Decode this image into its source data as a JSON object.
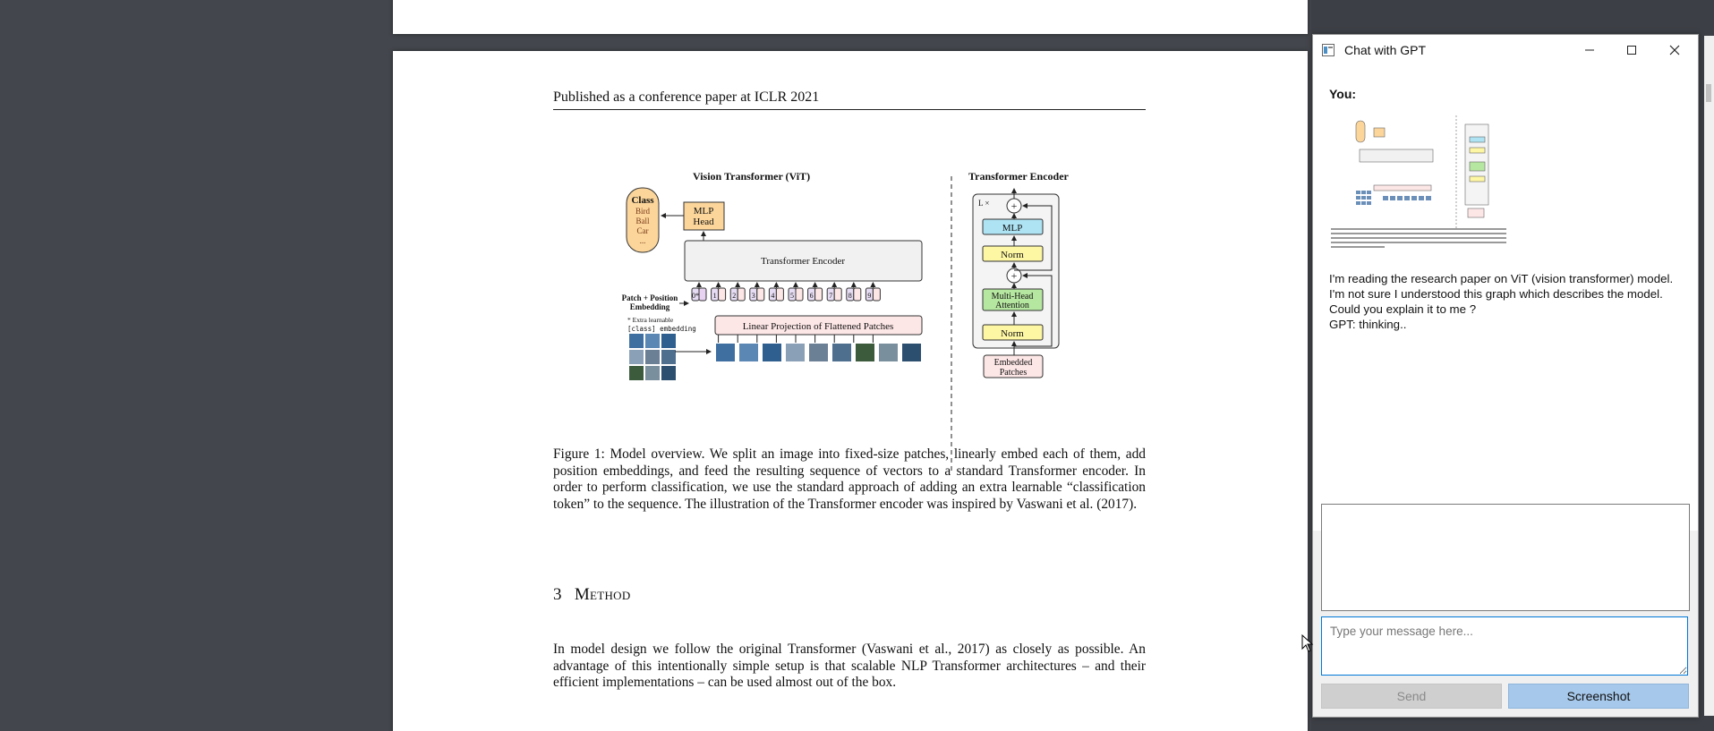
{
  "pdf": {
    "header": "Published as a conference paper at ICLR 2021",
    "figure": {
      "left_title": "Vision Transformer (ViT)",
      "right_title": "Transformer Encoder",
      "class_label": "Class",
      "class_items": [
        "Bird",
        "Ball",
        "Car",
        "..."
      ],
      "mlp_head": [
        "MLP",
        "Head"
      ],
      "encoder_label": "Transformer Encoder",
      "patch_embedding_label": [
        "Patch + Position",
        "Embedding"
      ],
      "extra_note": [
        "* Extra learnable",
        "[class] embedding"
      ],
      "tokens": [
        "0*",
        "1",
        "2",
        "3",
        "4",
        "5",
        "6",
        "7",
        "8",
        "9"
      ],
      "linear_projection": "Linear Projection of Flattened Patches",
      "lx": "L ×",
      "mlp": "MLP",
      "norm": "Norm",
      "plus": "+",
      "mha": [
        "Multi-Head",
        "Attention"
      ],
      "embedded_patches": [
        "Embedded",
        "Patches"
      ]
    },
    "caption": "Figure 1: Model overview. We split an image into fixed-size patches, linearly embed each of them, add position embeddings, and feed the resulting sequence of vectors to a standard Transformer encoder. In order to perform classification, we use the standard approach of adding an extra learnable “classification token” to the sequence. The illustration of the Transformer encoder was inspired by Vaswani et al. (2017).",
    "section_number": "3",
    "section_title": "Method",
    "body": "In model design we follow the original Transformer (Vaswani et al., 2017) as closely as possible. An advantage of this intentionally simple setup is that scalable NLP Transformer architectures – and their efficient implementations – can be used almost out of the box."
  },
  "chat": {
    "title": "Chat with GPT",
    "you_label": "You:",
    "message": "I'm reading the research paper on ViT (vision transformer) model. I'm not sure I understood this graph which describes the model. Could you explain it to me ?",
    "gpt_status": "GPT: thinking..",
    "input_placeholder": "Type your message here...",
    "send_label": "Send",
    "screenshot_label": "Screenshot"
  },
  "colors": {
    "mlp_head": "#fbd59a",
    "class_box": "#fbd59a",
    "mlp": "#aee3f3",
    "norm": "#fdf6a3",
    "mha": "#b6e7a0",
    "linear_proj": "#fde6e6",
    "embedded": "#fde6e6",
    "token": "#e6dcf3",
    "screenshot_btn": "#a6c8ea"
  }
}
